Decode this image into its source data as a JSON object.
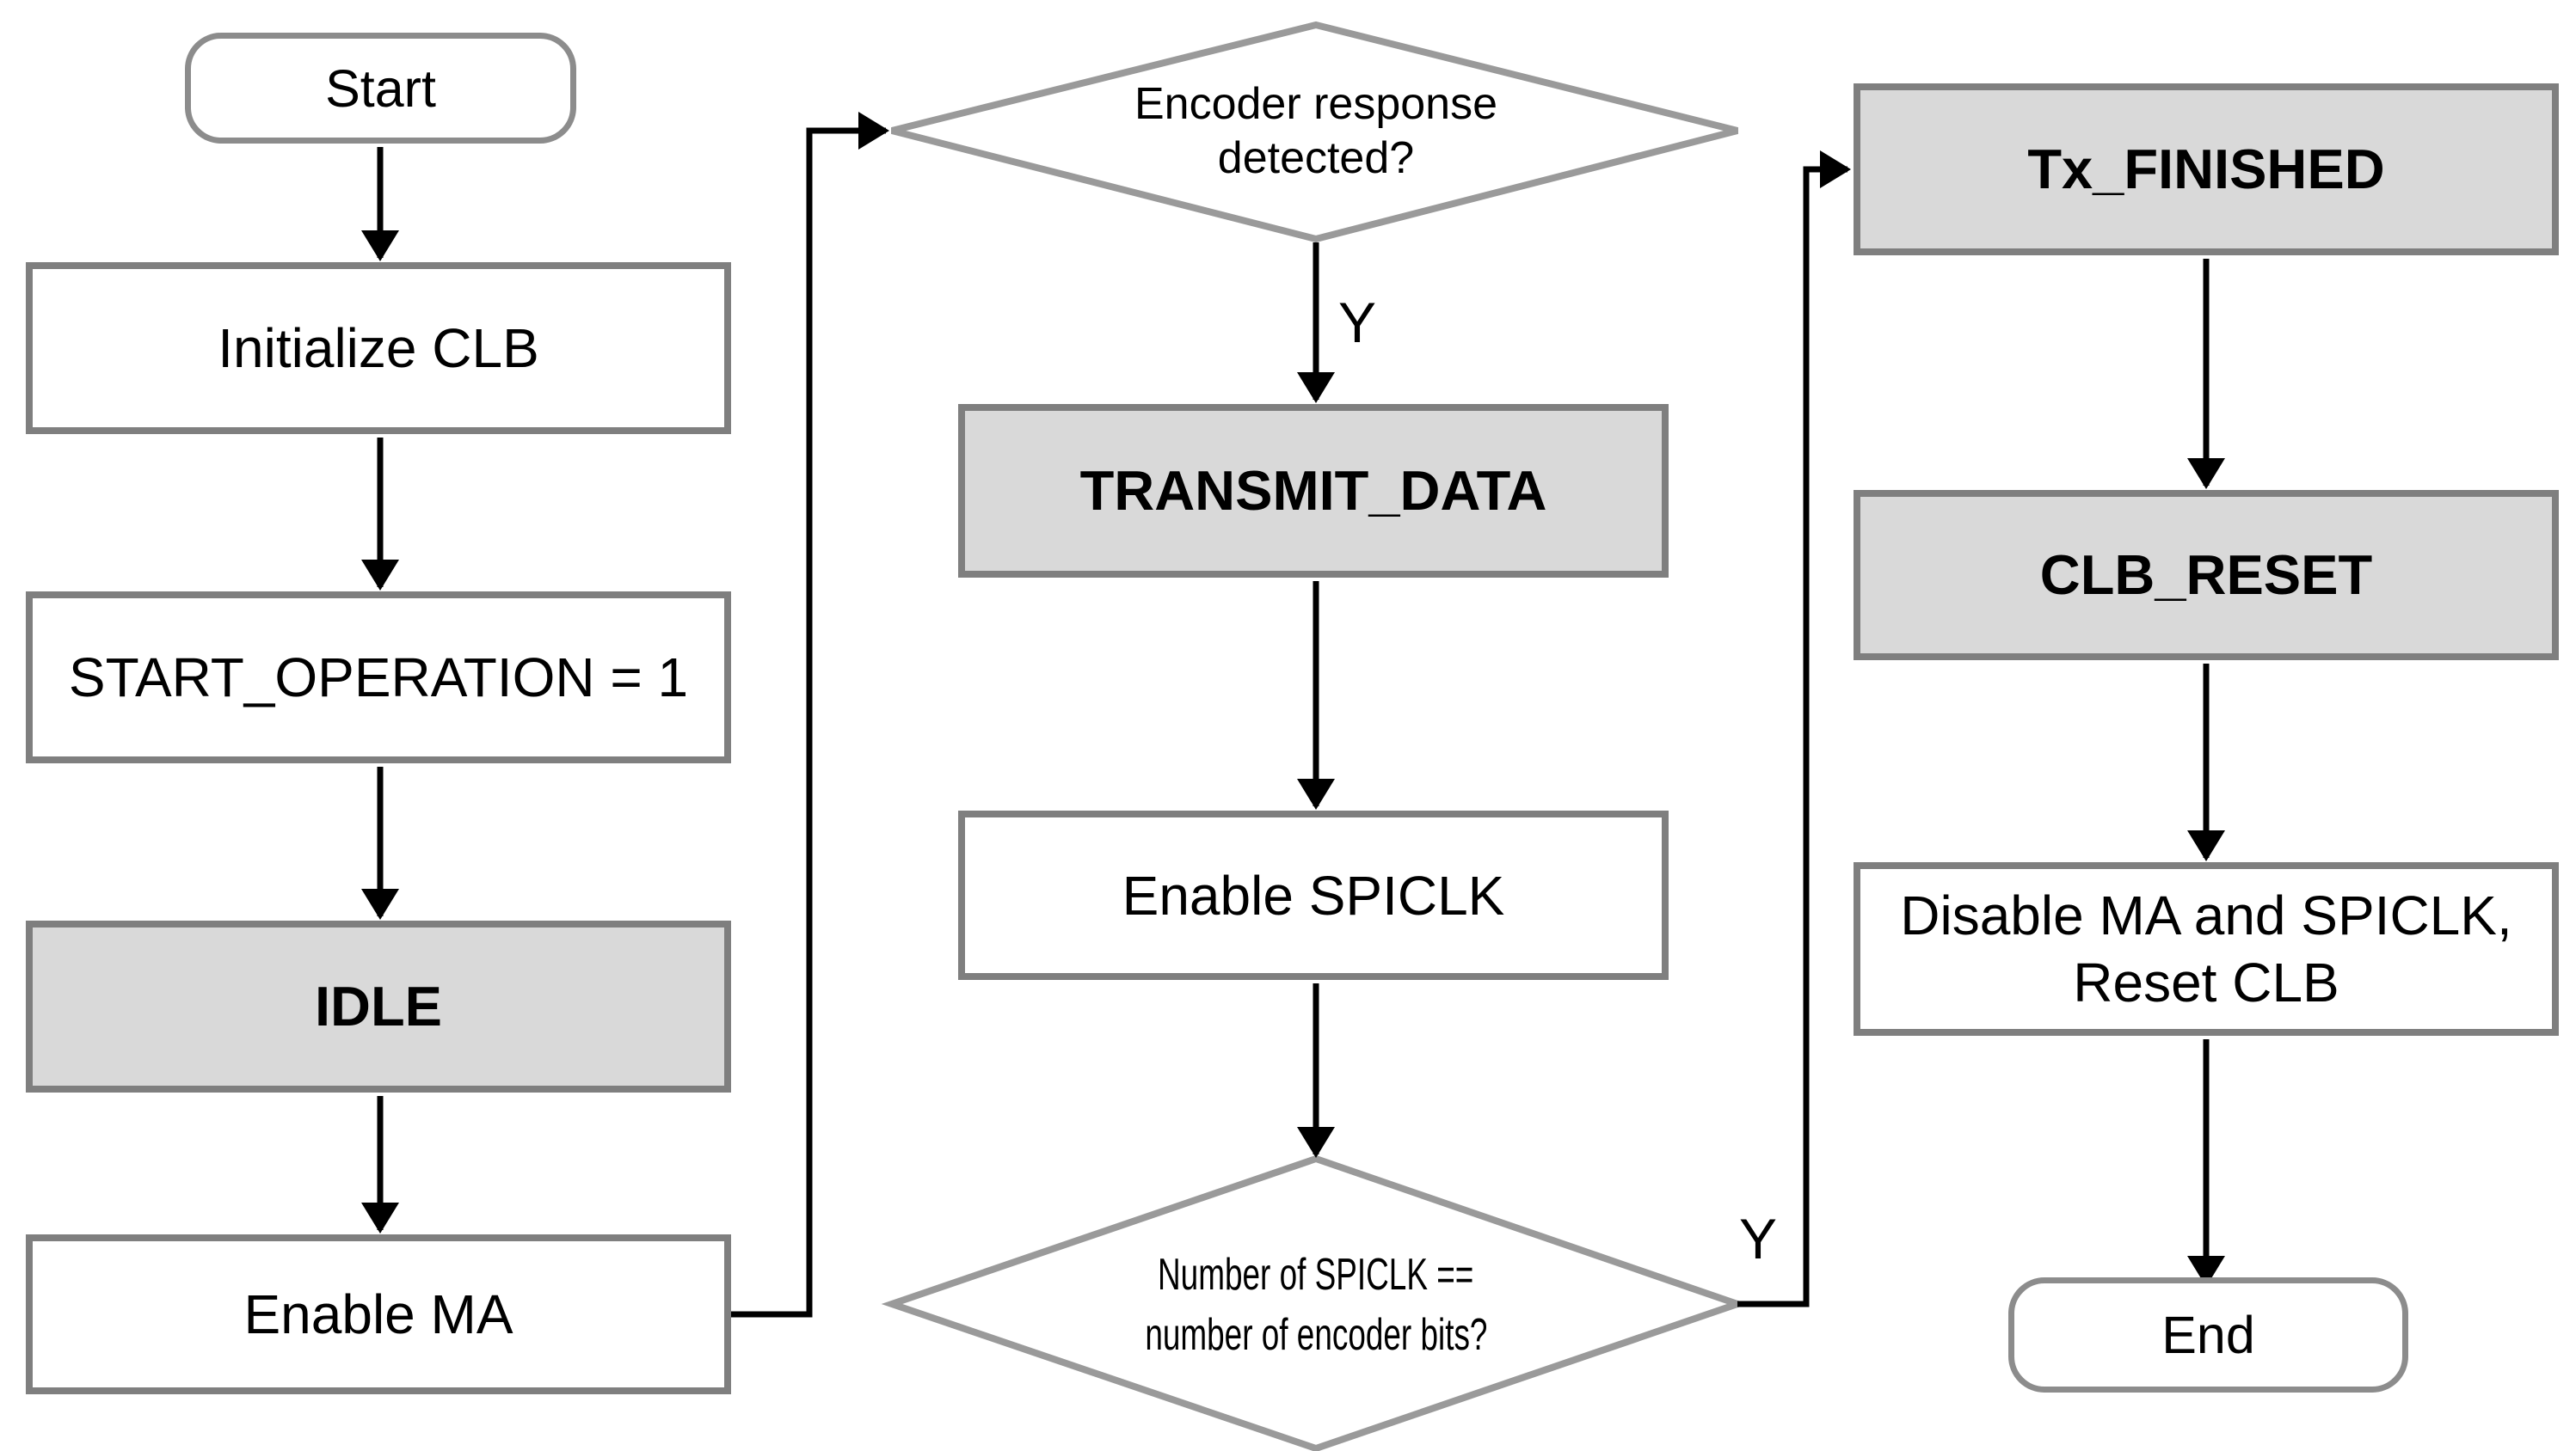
{
  "diagram": {
    "nodes": {
      "start": {
        "label": "Start",
        "type": "terminator"
      },
      "initialize_clb": {
        "label": "Initialize CLB",
        "type": "process"
      },
      "start_operation": {
        "label": "START_OPERATION = 1",
        "type": "process"
      },
      "idle": {
        "label": "IDLE",
        "type": "state"
      },
      "enable_ma": {
        "label": "Enable MA",
        "type": "process"
      },
      "encoder_response": {
        "lines": [
          "Encoder response",
          "detected?"
        ],
        "type": "decision"
      },
      "transmit_data": {
        "label": "TRANSMIT_DATA",
        "type": "state"
      },
      "enable_spiclk": {
        "label": "Enable SPICLK",
        "type": "process"
      },
      "spiclk_count": {
        "lines": [
          "Number of SPICLK ==",
          "number of encoder bits?"
        ],
        "type": "decision"
      },
      "tx_finished": {
        "label": "Tx_FINISHED",
        "type": "state"
      },
      "clb_reset": {
        "label": "CLB_RESET",
        "type": "state"
      },
      "disable_ma": {
        "lines": [
          "Disable MA and SPICLK,",
          "Reset CLB"
        ],
        "type": "process"
      },
      "end": {
        "label": "End",
        "type": "terminator"
      }
    },
    "edges": [
      {
        "from": "start",
        "to": "initialize_clb"
      },
      {
        "from": "initialize_clb",
        "to": "start_operation"
      },
      {
        "from": "start_operation",
        "to": "idle"
      },
      {
        "from": "idle",
        "to": "enable_ma"
      },
      {
        "from": "enable_ma",
        "to": "encoder_response"
      },
      {
        "from": "encoder_response",
        "to": "transmit_data",
        "label": "Y"
      },
      {
        "from": "transmit_data",
        "to": "enable_spiclk"
      },
      {
        "from": "enable_spiclk",
        "to": "spiclk_count"
      },
      {
        "from": "spiclk_count",
        "to": "tx_finished",
        "label": "Y"
      },
      {
        "from": "tx_finished",
        "to": "clb_reset"
      },
      {
        "from": "clb_reset",
        "to": "disable_ma"
      },
      {
        "from": "disable_ma",
        "to": "end"
      }
    ],
    "colors": {
      "background": "#ffffff",
      "process_fill": "#ffffff",
      "state_fill": "#d9d9d9",
      "box_border": "#7f7f7f",
      "diamond_border": "#9a9a9a",
      "terminator_border": "#8c8c8c",
      "arrow": "#000000",
      "text": "#000000"
    }
  }
}
